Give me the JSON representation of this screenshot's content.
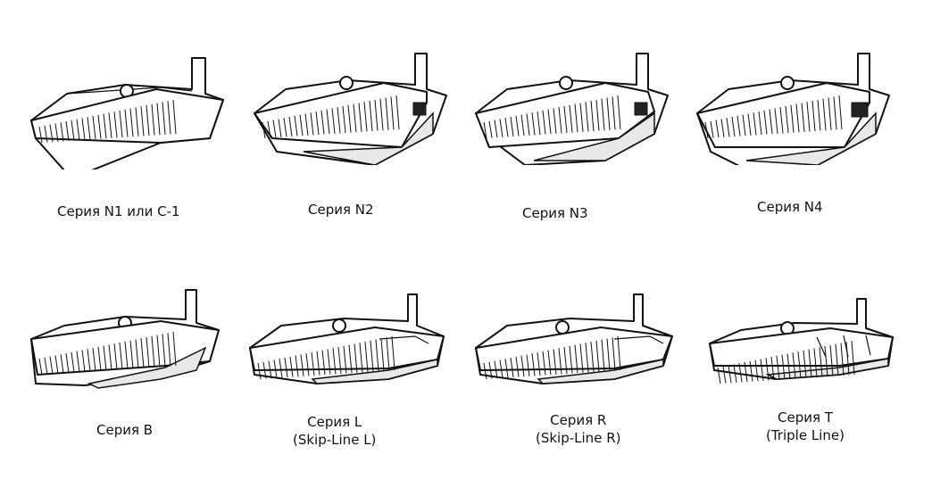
{
  "items": [
    {
      "caption": "Серия N1 или C-1",
      "icon": "tooth-bar-n1-icon"
    },
    {
      "caption": "Серия N2",
      "icon": "tooth-bar-n2-icon"
    },
    {
      "caption": "Серия N3",
      "icon": "tooth-bar-n3-icon"
    },
    {
      "caption": "Серия N4",
      "icon": "tooth-bar-n4-icon"
    },
    {
      "caption": "Серия B",
      "icon": "tooth-bar-b-icon"
    },
    {
      "caption": "Серия L",
      "sub": "(Skip-Line L)",
      "icon": "tooth-bar-l-icon"
    },
    {
      "caption": "Серия R",
      "sub": "(Skip-Line R)",
      "icon": "tooth-bar-r-icon"
    },
    {
      "caption": "Серия T",
      "sub": "(Triple Line)",
      "icon": "tooth-bar-t-icon"
    }
  ]
}
